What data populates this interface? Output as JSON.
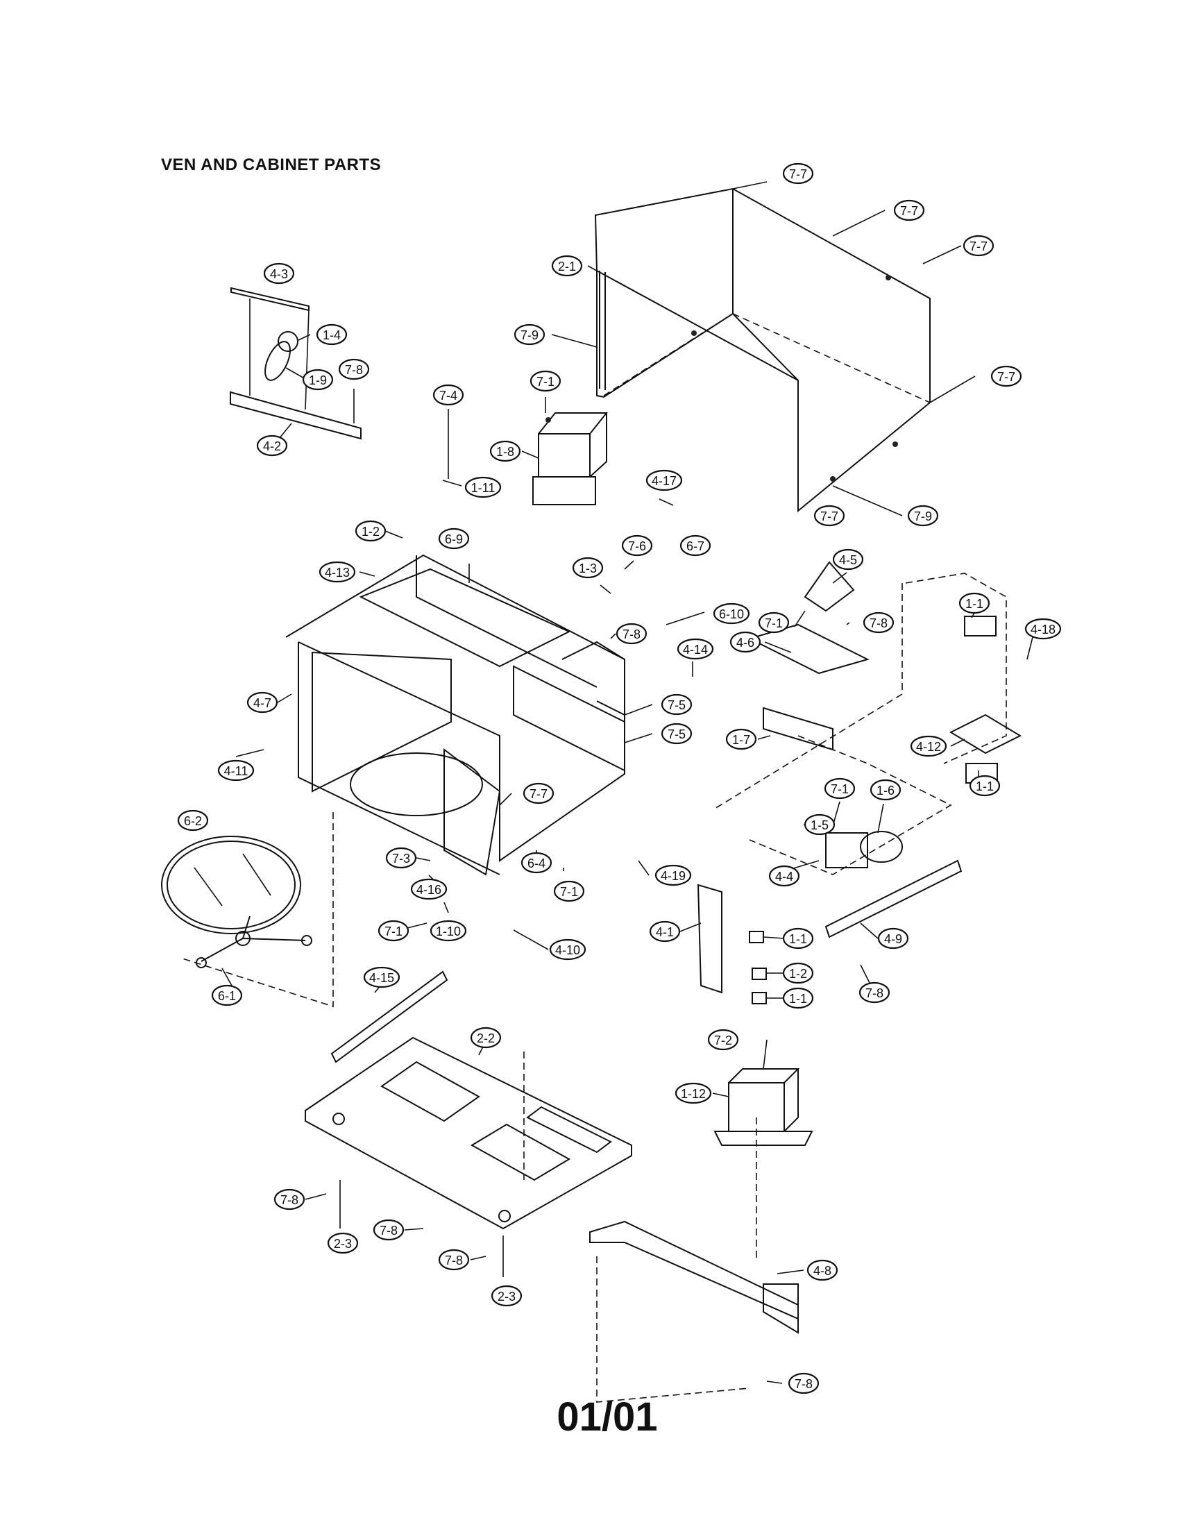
{
  "title": "VEN AND CABINET PARTS",
  "page_number": "01/01",
  "callouts": [
    {
      "label": "7-7"
    },
    {
      "label": "7-7"
    },
    {
      "label": "7-7"
    },
    {
      "label": "7-7"
    },
    {
      "label": "7-7"
    },
    {
      "label": "2-1"
    },
    {
      "label": "7-9"
    },
    {
      "label": "7-9"
    },
    {
      "label": "4-3"
    },
    {
      "label": "1-4"
    },
    {
      "label": "1-9"
    },
    {
      "label": "7-8"
    },
    {
      "label": "4-2"
    },
    {
      "label": "7-4"
    },
    {
      "label": "1-11"
    },
    {
      "label": "7-1"
    },
    {
      "label": "1-8"
    },
    {
      "label": "4-17"
    },
    {
      "label": "1-2"
    },
    {
      "label": "6-9"
    },
    {
      "label": "4-13"
    },
    {
      "label": "7-6"
    },
    {
      "label": "1-3"
    },
    {
      "label": "6-7"
    },
    {
      "label": "6-10"
    },
    {
      "label": "7-8"
    },
    {
      "label": "4-5"
    },
    {
      "label": "7-1"
    },
    {
      "label": "7-8"
    },
    {
      "label": "4-6"
    },
    {
      "label": "1-1"
    },
    {
      "label": "4-18"
    },
    {
      "label": "4-12"
    },
    {
      "label": "1-1"
    },
    {
      "label": "4-14"
    },
    {
      "label": "7-5"
    },
    {
      "label": "7-5"
    },
    {
      "label": "1-7"
    },
    {
      "label": "4-7"
    },
    {
      "label": "4-11"
    },
    {
      "label": "7-7"
    },
    {
      "label": "7-1"
    },
    {
      "label": "1-6"
    },
    {
      "label": "1-5"
    },
    {
      "label": "4-4"
    },
    {
      "label": "6-2"
    },
    {
      "label": "7-3"
    },
    {
      "label": "4-16"
    },
    {
      "label": "6-4"
    },
    {
      "label": "7-1"
    },
    {
      "label": "4-19"
    },
    {
      "label": "7-1"
    },
    {
      "label": "1-10"
    },
    {
      "label": "4-10"
    },
    {
      "label": "4-1"
    },
    {
      "label": "1-1"
    },
    {
      "label": "1-2"
    },
    {
      "label": "1-1"
    },
    {
      "label": "4-9"
    },
    {
      "label": "7-8"
    },
    {
      "label": "6-1"
    },
    {
      "label": "4-15"
    },
    {
      "label": "2-2"
    },
    {
      "label": "7-2"
    },
    {
      "label": "1-12"
    },
    {
      "label": "7-8"
    },
    {
      "label": "2-3"
    },
    {
      "label": "7-8"
    },
    {
      "label": "7-8"
    },
    {
      "label": "2-3"
    },
    {
      "label": "4-8"
    },
    {
      "label": "7-8"
    }
  ]
}
